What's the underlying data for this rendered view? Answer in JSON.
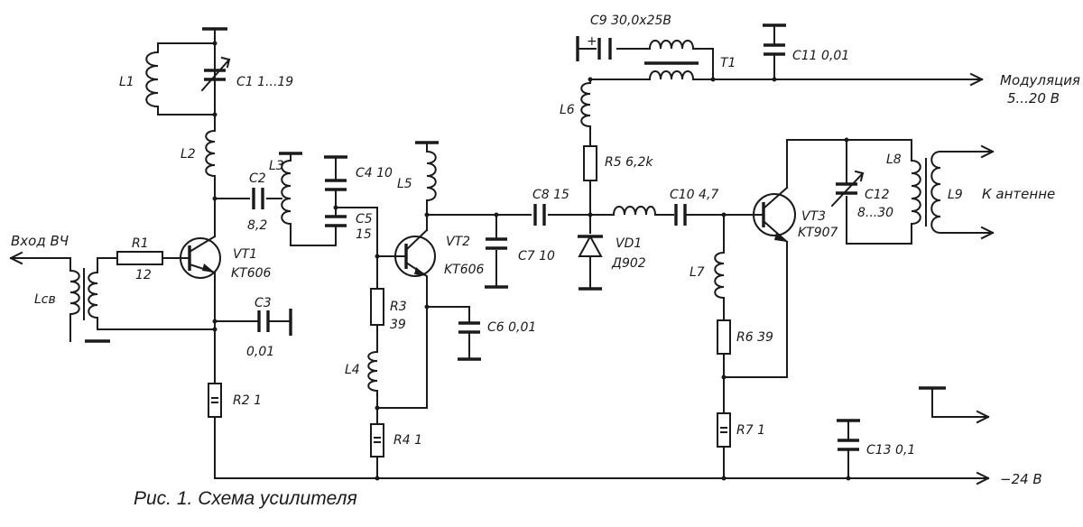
{
  "caption": "Рис. 1. Схема усилителя",
  "components": {
    "L1": "L1",
    "C1": "C1 1...19",
    "L2": "L2",
    "C2_name": "C2",
    "C2_value": "8,2",
    "L3": "L3",
    "C4": "C4 10",
    "C5_name": "C5",
    "C5_value": "15",
    "L5": "L5",
    "C8": "C8 15",
    "VT2_name": "VT2",
    "VT2_type": "KT606",
    "C7": "C7 10",
    "R1_name": "R1",
    "R1_value": "12",
    "VT1_name": "VT1",
    "VT1_type": "KT606",
    "Lsv": "Lсв",
    "C3_name": "C3",
    "C3_value": "0,01",
    "R3_name": "R3",
    "R3_value": "39",
    "C6": "C6 0,01",
    "L4": "L4",
    "R2": "R2 1",
    "R4": "R4 1",
    "C9": "C9 30,0x25B",
    "C11": "C11 0,01",
    "T1": "T1",
    "L6": "L6",
    "R5": "R5 6,2k",
    "VD1_name": "VD1",
    "VD1_type": "Д902",
    "C10": "C10 4,7",
    "L7": "L7",
    "R6": "R6 39",
    "R7": "R7 1",
    "VT3_name": "VT3",
    "VT3_type": "KT907",
    "C12_name": "C12",
    "C12_value": "8...30",
    "L8": "L8",
    "L9": "L9",
    "C13": "C13 0,1"
  },
  "terminals": {
    "rf_input": "Вход ВЧ",
    "modulation_line1": "Модуляция",
    "modulation_line2": "5...20 В",
    "antenna": "К антенне",
    "supply": "−24 В",
    "plus_sign": "+"
  }
}
